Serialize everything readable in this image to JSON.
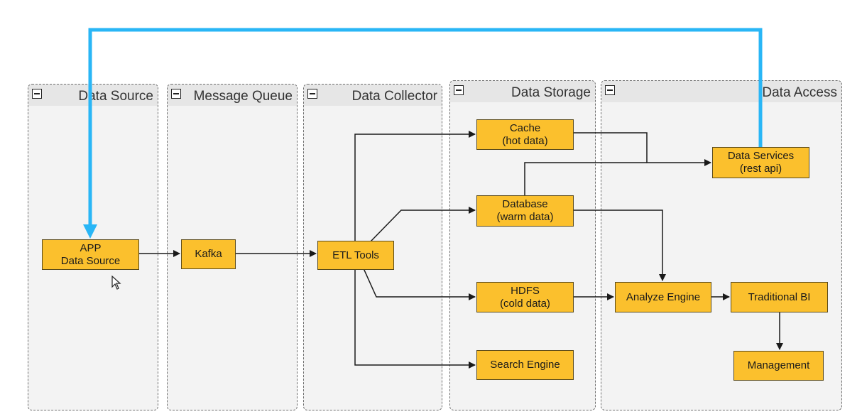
{
  "lanes": {
    "data_source": "Data Source",
    "message_queue": "Message Queue",
    "data_collector": "Data Collector",
    "data_storage": "Data Storage",
    "data_access": "Data Access"
  },
  "nodes": {
    "app": {
      "line1": "APP",
      "line2": "Data Source"
    },
    "kafka": {
      "line1": "Kafka"
    },
    "etl": {
      "line1": "ETL Tools"
    },
    "cache": {
      "line1": "Cache",
      "line2": "(hot data)"
    },
    "database": {
      "line1": "Database",
      "line2": "(warm data)"
    },
    "hdfs": {
      "line1": "HDFS",
      "line2": "(cold data)"
    },
    "search": {
      "line1": "Search Engine"
    },
    "data_services": {
      "line1": "Data Services",
      "line2": "(rest api)"
    },
    "analyze": {
      "line1": "Analyze Engine"
    },
    "traditional_bi": {
      "line1": "Traditional BI"
    },
    "management": {
      "line1": "Management"
    }
  },
  "colors": {
    "node_fill": "#fbc02d",
    "feedback_arrow": "#29b6f6",
    "edge": "#1a1a1a",
    "lane_border": "#6e6e6e"
  },
  "icons": {
    "collapse": "minus-square-icon",
    "cursor": "mouse-pointer-icon"
  }
}
